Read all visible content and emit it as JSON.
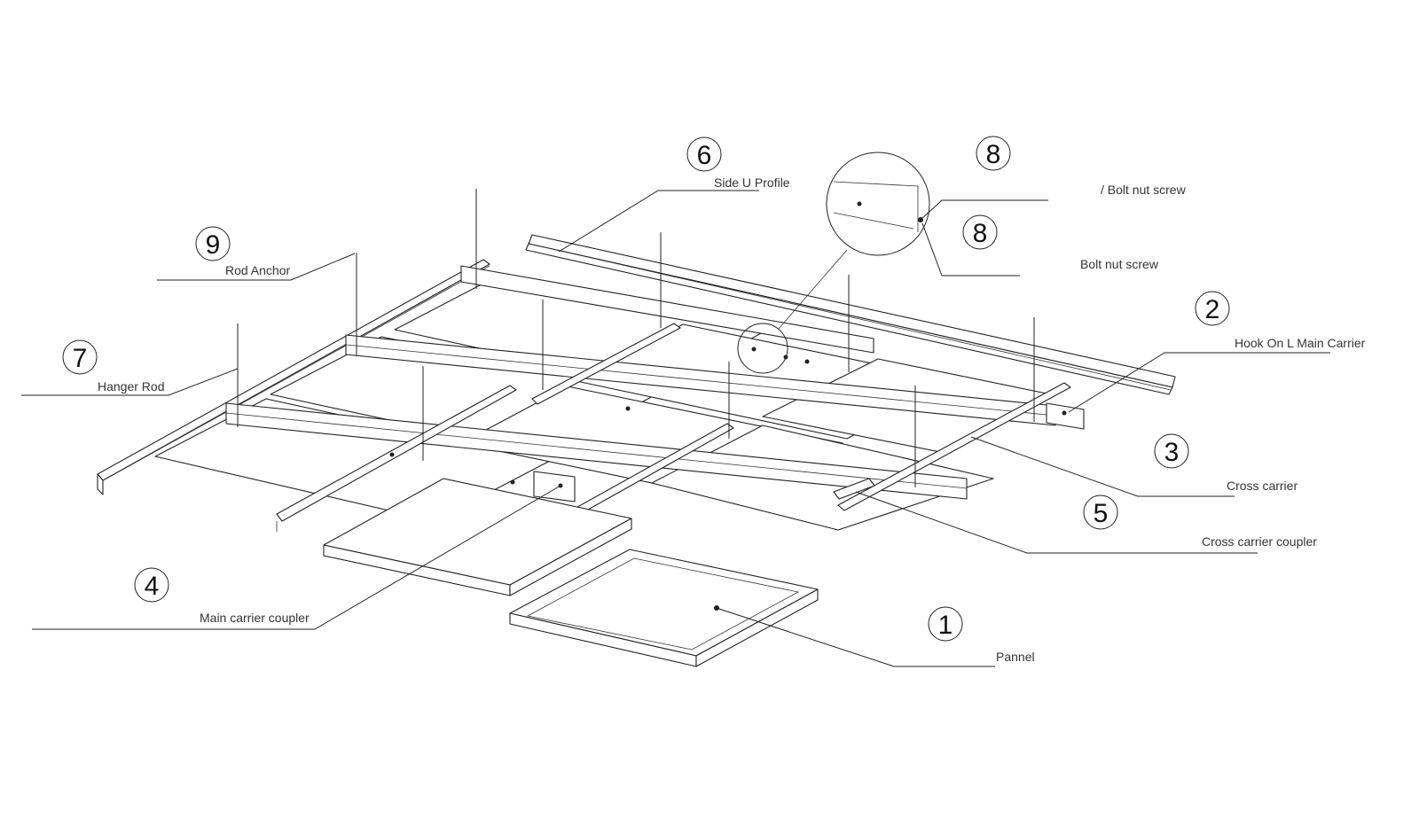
{
  "callouts": [
    {
      "number": "1",
      "label": "Pannel"
    },
    {
      "number": "2",
      "label": "Hook On L Main Carrier"
    },
    {
      "number": "3",
      "label": "Cross carrier"
    },
    {
      "number": "4",
      "label": "Main carrier coupler"
    },
    {
      "number": "5",
      "label": "Cross carrier coupler"
    },
    {
      "number": "6",
      "label": "Side U Profile"
    },
    {
      "number": "7",
      "label": "Hanger Rod"
    },
    {
      "number": "8",
      "label": "/ Bolt nut screw"
    },
    {
      "number": "8",
      "label": "Bolt nut screw"
    },
    {
      "number": "9",
      "label": "Rod Anchor"
    }
  ]
}
